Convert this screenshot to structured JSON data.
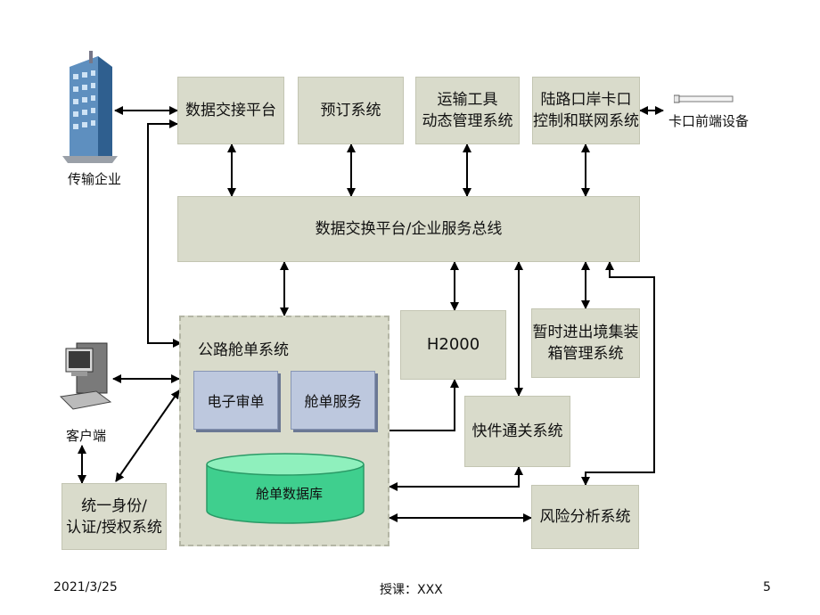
{
  "nodes": {
    "exchange_platform": "数据交接平台",
    "booking": "预订系统",
    "transport": "运输工具\n动态管理系统",
    "land_port": "陆路口岸卡口\n控制和联网系统",
    "bus": "数据交换平台/企业服务总线",
    "road_manifest": "公路舱单系统",
    "e_review": "电子审单",
    "manifest_service": "舱单服务",
    "manifest_db": "舱单数据库",
    "h2000": "H2000",
    "temp_container": "暂时进出境集装\n箱管理系统",
    "express": "快件通关系统",
    "risk": "风险分析系统",
    "identity": "统一身份/\n认证/授权系统"
  },
  "labels": {
    "enterprise": "传输企业",
    "client": "客户端",
    "checkpoint_device": "卡口前端设备"
  },
  "icons": [
    "building-icon",
    "computer-icon",
    "device-icon"
  ],
  "footer": {
    "date": "2021/3/25",
    "lecturer": "授课：XXX",
    "page": "5"
  },
  "colors": {
    "box_fill": "#d9dbcb",
    "inner_fill": "#bdc8de",
    "db_fill": "#3fcf8e",
    "line": "#000000"
  }
}
